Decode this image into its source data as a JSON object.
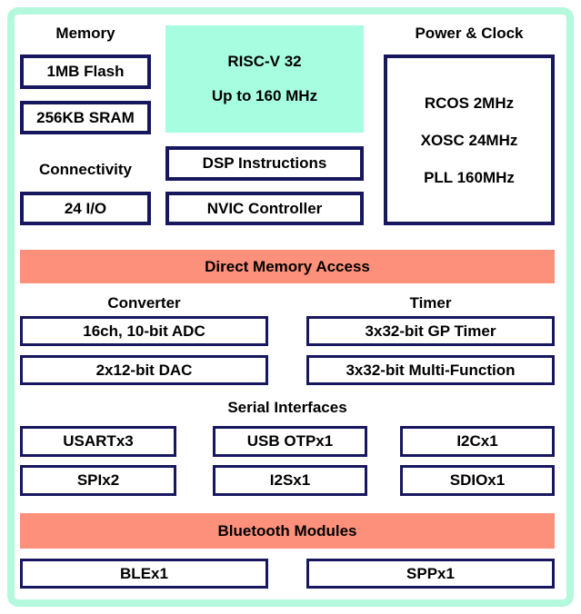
{
  "colors": {
    "frame_mint": "#b4f8de",
    "cpu_teal": "#a7fde0",
    "bar_salmon": "#fc907a",
    "box_border_navy": "#17175f"
  },
  "sections": {
    "memory": {
      "label": "Memory",
      "items": [
        "1MB Flash",
        "256KB SRAM"
      ]
    },
    "cpu": {
      "line1": "RISC-V 32",
      "line2": "Up to 160 MHz"
    },
    "cpu_features": {
      "items": [
        "DSP Instructions",
        "NVIC Controller"
      ]
    },
    "connectivity": {
      "label": "Connectivity",
      "items": [
        "24 I/O"
      ]
    },
    "power_clock": {
      "label": "Power & Clock",
      "items": [
        "RCOS 2MHz",
        "XOSC 24MHz",
        "PLL 160MHz"
      ]
    },
    "dma": {
      "label": "Direct Memory Access"
    },
    "converter": {
      "label": "Converter",
      "items": [
        "16ch, 10-bit ADC",
        "2x12-bit DAC"
      ]
    },
    "timer": {
      "label": "Timer",
      "items": [
        "3x32-bit GP Timer",
        "3x32-bit Multi-Function"
      ]
    },
    "serial": {
      "label": "Serial Interfaces",
      "row1": [
        "USARTx3",
        "USB OTPx1",
        "I2Cx1"
      ],
      "row2": [
        "SPIx2",
        "I2Sx1",
        "SDIOx1"
      ]
    },
    "bluetooth": {
      "label": "Bluetooth Modules",
      "items": [
        "BLEx1",
        "SPPx1"
      ]
    }
  }
}
